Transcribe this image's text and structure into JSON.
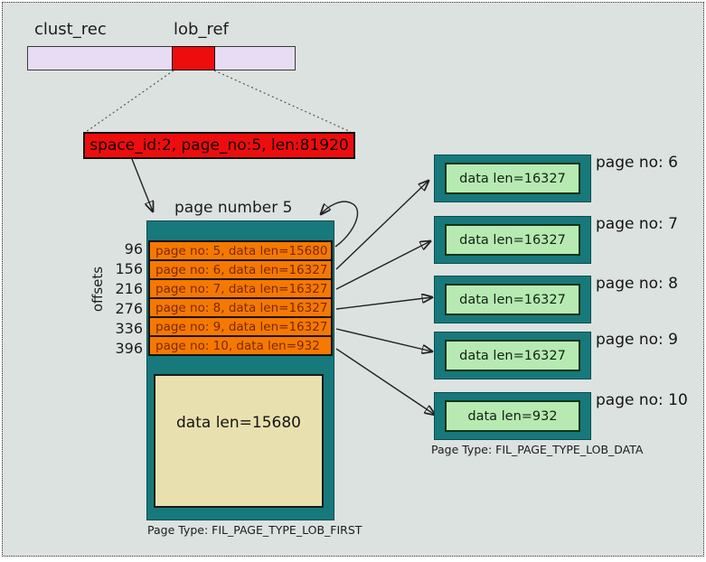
{
  "colors": {
    "background": "#dce2e0",
    "teal": "#17797b",
    "orange": "#f57900",
    "orange_text": "#7b2900",
    "red": "#ee0d0d",
    "lavender": "#e8dcf5",
    "beige": "#e9e0af",
    "light_green": "#b7eab3",
    "ink": "#1c1c1c"
  },
  "record_bar": {
    "clust_rec_label": "clust_rec",
    "lob_ref_label": "lob_ref"
  },
  "lob_ref_box": {
    "text": "space_id:2, page_no:5, len:81920"
  },
  "first_page": {
    "title": "page number 5",
    "offsets_axis_label": "offsets",
    "index_rows": [
      {
        "offset": "96",
        "text": "page no: 5, data len=15680"
      },
      {
        "offset": "156",
        "text": "page no: 6, data len=16327"
      },
      {
        "offset": "216",
        "text": "page no: 7, data len=16327"
      },
      {
        "offset": "276",
        "text": "page no: 8, data len=16327"
      },
      {
        "offset": "336",
        "text": "page no: 9, data len=16327"
      },
      {
        "offset": "396",
        "text": "page no: 10, data len=932"
      }
    ],
    "data_block_text": "data len=15680",
    "page_type_caption": "Page Type: FIL_PAGE_TYPE_LOB_FIRST"
  },
  "data_pages": [
    {
      "label": "page no: 6",
      "text": "data len=16327"
    },
    {
      "label": "page no: 7",
      "text": "data len=16327"
    },
    {
      "label": "page no: 8",
      "text": "data len=16327"
    },
    {
      "label": "page no: 9",
      "text": "data len=16327"
    },
    {
      "label": "page no: 10",
      "text": "data len=932"
    }
  ],
  "data_pages_caption": "Page Type: FIL_PAGE_TYPE_LOB_DATA"
}
